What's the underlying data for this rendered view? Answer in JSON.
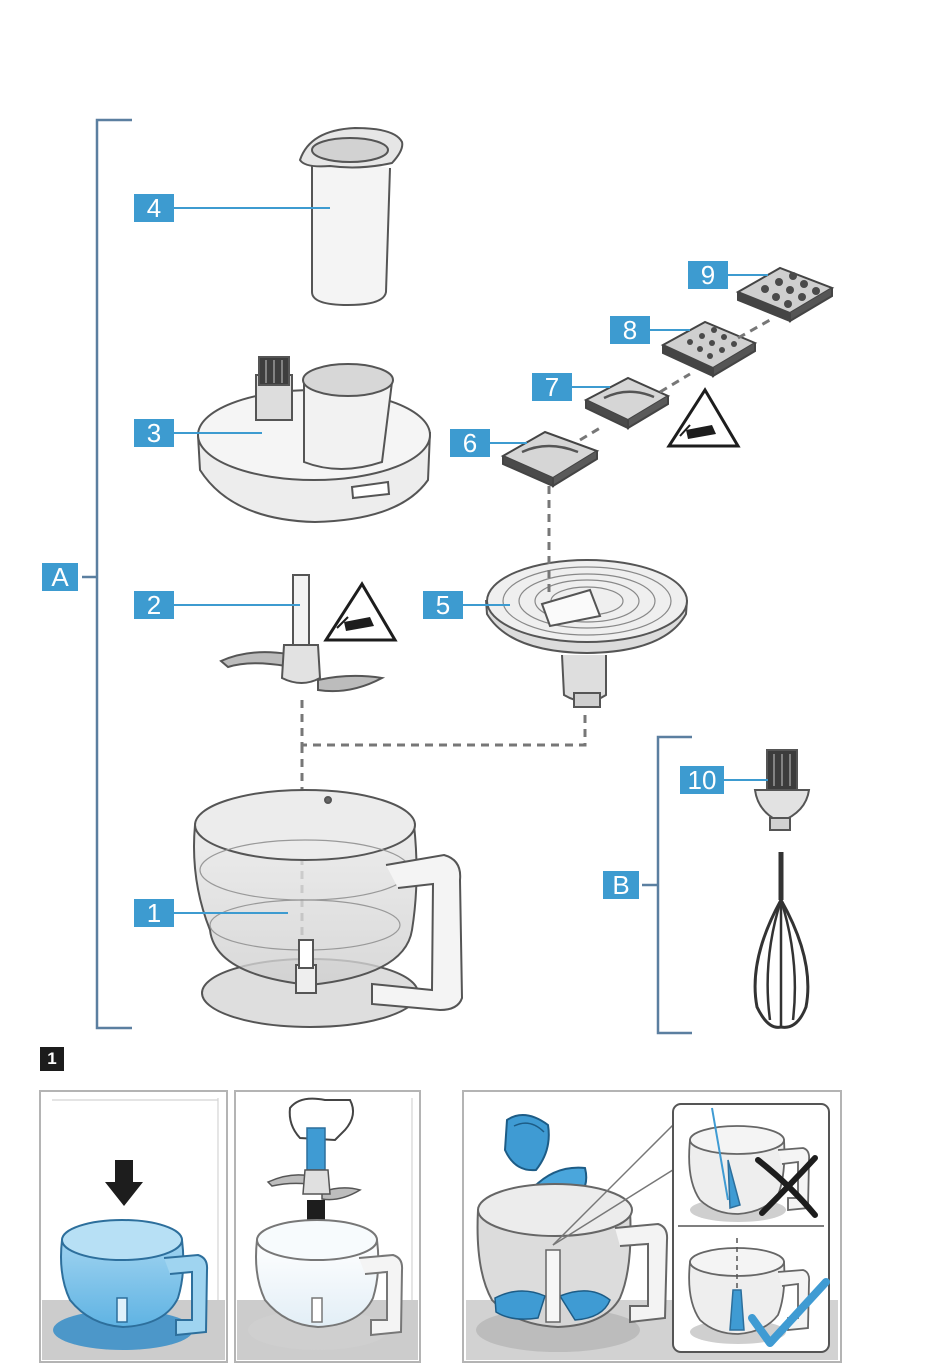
{
  "groups": {
    "a": "A",
    "b": "B"
  },
  "parts": [
    {
      "id": "p1",
      "label": "1",
      "item": "bowl"
    },
    {
      "id": "p2",
      "label": "2",
      "item": "chopping-blade"
    },
    {
      "id": "p3",
      "label": "3",
      "item": "lid-with-feed-tube"
    },
    {
      "id": "p4",
      "label": "4",
      "item": "pusher"
    },
    {
      "id": "p5",
      "label": "5",
      "item": "disc-carrier"
    },
    {
      "id": "p6",
      "label": "6",
      "item": "insert-disc"
    },
    {
      "id": "p7",
      "label": "7",
      "item": "insert-disc"
    },
    {
      "id": "p8",
      "label": "8",
      "item": "insert-disc"
    },
    {
      "id": "p9",
      "label": "9",
      "item": "insert-disc"
    },
    {
      "id": "p10",
      "label": "10",
      "item": "whisk-gear"
    }
  ],
  "step": {
    "number": "1"
  },
  "icons": [
    "warning-cut-hand-icon",
    "cross-icon",
    "check-icon",
    "arrow-down-icon"
  ],
  "colors": {
    "label_blue": "#3d9bd0",
    "accent_blue": "#3f9bd3",
    "line_gray": "#5d5d5d"
  }
}
